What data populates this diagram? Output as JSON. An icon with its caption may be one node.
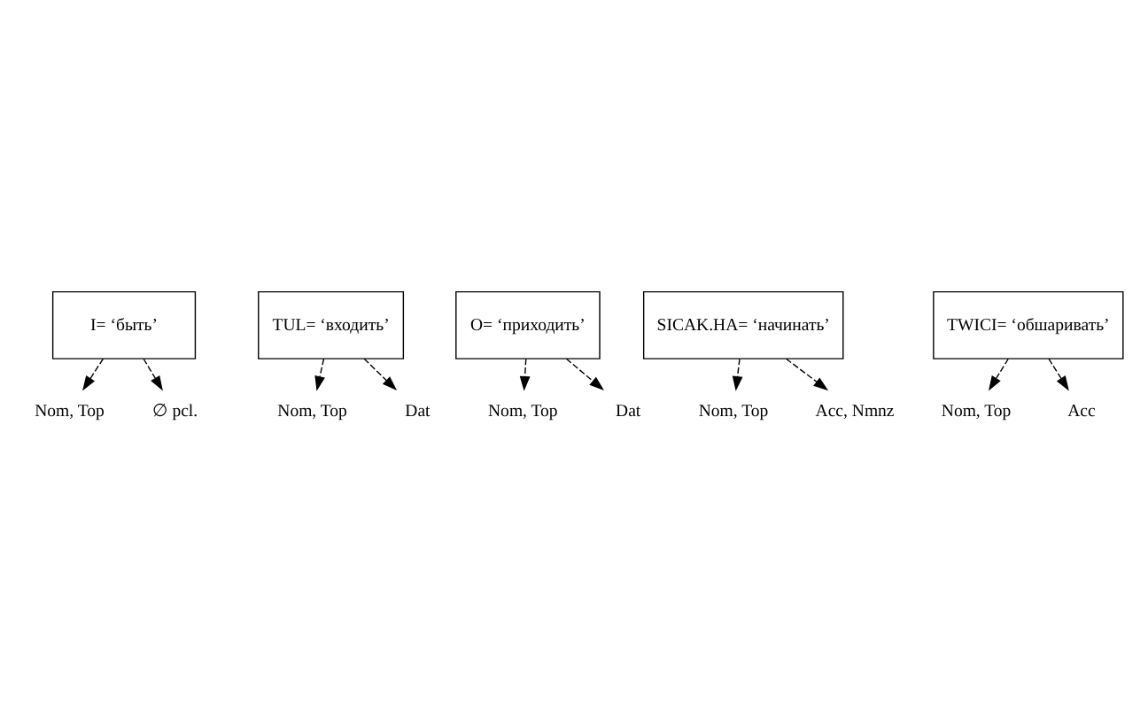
{
  "diagram": {
    "nodes": [
      {
        "text": [
          "I= ‘быть’"
        ]
      },
      {
        "text": [
          "TUL= ‘входить’"
        ]
      },
      {
        "text": [
          "O= ‘приходить’"
        ]
      },
      {
        "text": [
          "Nom, Top"
        ]
      },
      {
        "text": [
          "∅ pcl."
        ]
      },
      {
        "text": [
          "Nom, Top"
        ]
      },
      {
        "text": [
          "Dat"
        ]
      },
      {
        "text": [
          "Nom, Top"
        ]
      },
      {
        "text": [
          "Dat"
        ]
      },
      {
        "text": [
          "SICAK.HA= ‘начинать’"
        ]
      },
      {
        "text": [
          "TWICI= ‘обшаривать’"
        ]
      },
      {
        "text": [
          "Nom, Top"
        ]
      },
      {
        "text": [
          "Acc, Nmnz"
        ]
      },
      {
        "text": [
          "Nom, Top"
        ]
      },
      {
        "text": [
          "Acc"
        ]
      }
    ],
    "edges": [
      {
        "from": 0,
        "to": 3,
        "arrow": "to",
        "style": "dashed"
      },
      {
        "from": 0,
        "to": 4,
        "arrow": "to",
        "style": "dashed"
      },
      {
        "from": 1,
        "to": 5,
        "arrow": "to",
        "style": "dashed"
      },
      {
        "from": 1,
        "to": 6,
        "arrow": "to",
        "style": "dashed"
      },
      {
        "from": 2,
        "to": 7,
        "arrow": "to",
        "style": "dashed"
      },
      {
        "from": 2,
        "to": 8,
        "arrow": "to",
        "style": "dashed"
      },
      {
        "from": 9,
        "to": 11,
        "arrow": "to",
        "style": "dashed"
      },
      {
        "from": 9,
        "to": 12,
        "arrow": "to",
        "style": "dashed"
      },
      {
        "from": 10,
        "to": 13,
        "arrow": "to",
        "style": "dashed"
      },
      {
        "from": 10,
        "to": 14,
        "arrow": "to",
        "style": "dashed"
      }
    ]
  }
}
